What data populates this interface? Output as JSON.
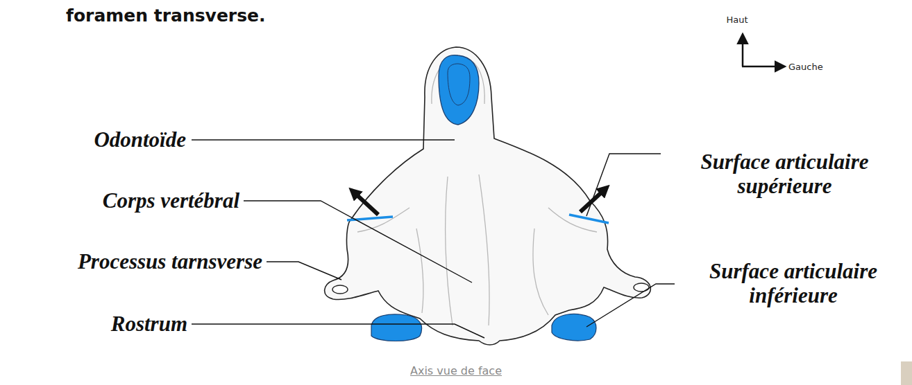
{
  "diagram": {
    "caption": "Axis vue de face",
    "labels": [
      "foramen transverse.",
      "Haut",
      "Gauche",
      "Odontoïde",
      "Corps vertébral",
      "Processus tarnsverse",
      "Rostrum",
      "Surface articulaire supérieure",
      "Surface articulaire inférieure"
    ]
  }
}
